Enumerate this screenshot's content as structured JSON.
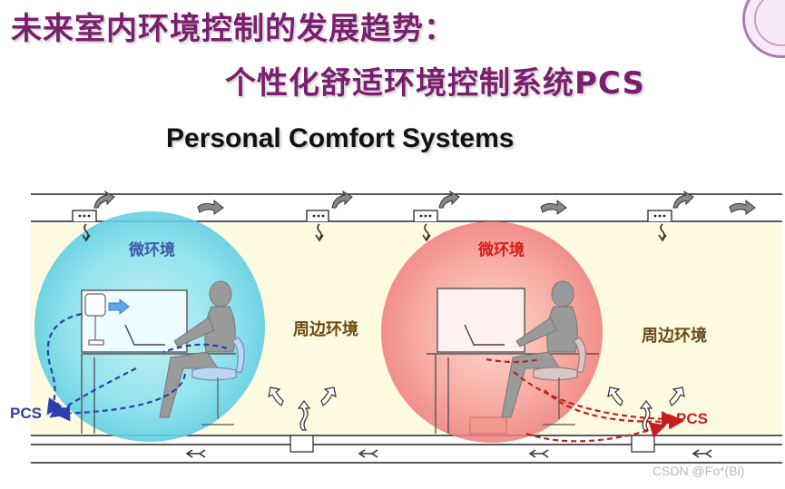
{
  "slide": {
    "title_line1": "未来室内环境控制的发展趋势：",
    "title_line2": "个性化舒适环境控制系统PCS",
    "subtitle": "Personal Comfort Systems"
  },
  "diagram": {
    "micro_env_left": "微环境",
    "micro_env_right": "微环境",
    "ambient_left": "周边环境",
    "ambient_right": "周边环境",
    "pcs_left": "PCS",
    "pcs_right": "PCS"
  },
  "colors": {
    "title": "#7a1f6e",
    "room_fill": "#fefbe0",
    "micro_cool": "#64d6ea",
    "micro_warm": "#ee7b7b",
    "pcs_cool_arrow": "#2b3fb0",
    "pcs_warm_arrow": "#c41e1e",
    "occupant": "#9a9a9a"
  },
  "icons": [
    "logo-icon",
    "fan-icon",
    "airflow-arrow-icon",
    "diffuser-icon",
    "chair-icon",
    "occupant-icon"
  ],
  "watermark": "CSDN @Fo*(Bi)"
}
